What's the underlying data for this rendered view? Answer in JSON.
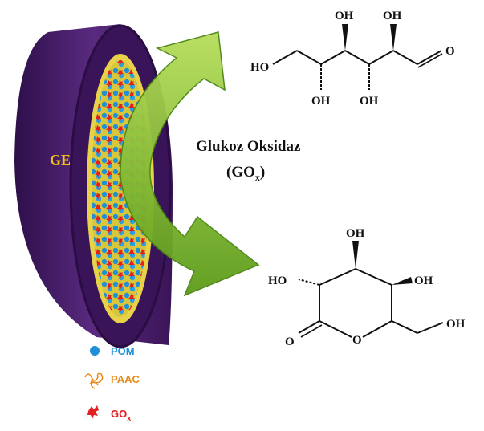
{
  "electrode": {
    "label": "GE",
    "colors": {
      "body": "#4b1e6e",
      "face": "#3a1458",
      "rim": "#2a0d42",
      "label": "#f2c21b",
      "layer": "#e8d24a"
    }
  },
  "enzyme": {
    "name": "Glukoz Oksidaz",
    "abbr_open": "(GO",
    "abbr_sub": "x",
    "abbr_close": ")"
  },
  "glucose": {
    "oh_labels": [
      "OH",
      "OH",
      "HO",
      "OH",
      "OH"
    ],
    "o_label": "O"
  },
  "gluconolactone": {
    "oh_labels": [
      "OH",
      "HO",
      "OH",
      "OH"
    ],
    "ring_o_label": "O",
    "carbonyl_o_label": "O"
  },
  "legend": [
    {
      "text": "POM",
      "sub": "",
      "color": "#1e90d8",
      "icon": "blue-dot-icon"
    },
    {
      "text": "PAAC",
      "sub": "",
      "color": "#e88a1a",
      "icon": "polymer-coil-icon"
    },
    {
      "text": "GO",
      "sub": "x",
      "color": "#e32020",
      "icon": "enzyme-red-icon"
    }
  ],
  "arrow": {
    "color": "#6aab1e",
    "highlight": "#b6de5a"
  }
}
